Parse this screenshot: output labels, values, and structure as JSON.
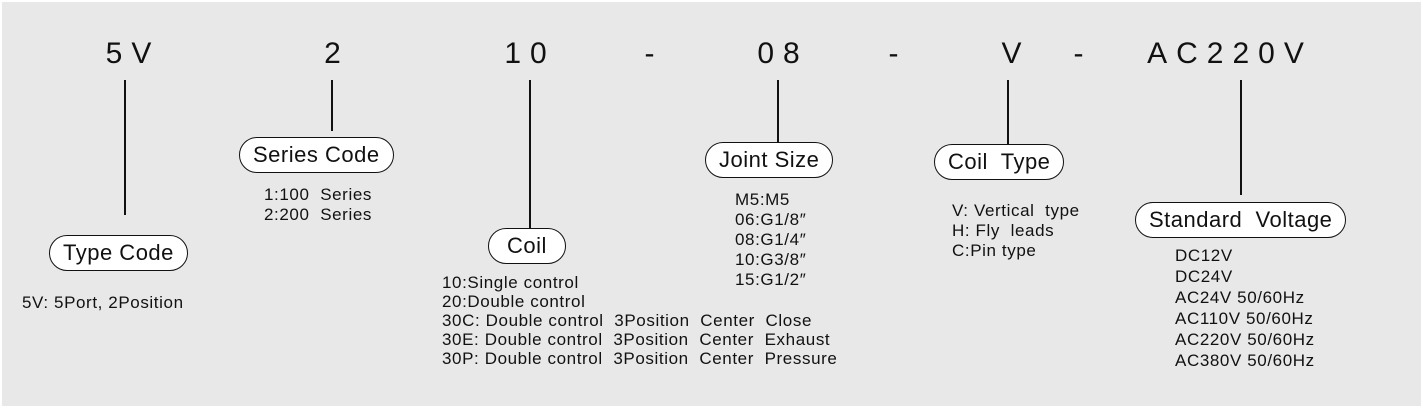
{
  "code_parts": [
    "5V",
    "2",
    "10",
    "-",
    "08",
    "-",
    "V",
    "-",
    "AC220V"
  ],
  "type_code": {
    "label": "Type Code",
    "options": [
      "5V: 5Port, 2Position"
    ]
  },
  "series_code": {
    "label": "Series Code",
    "options": [
      "1:100  Series",
      "2:200  Series"
    ]
  },
  "coil": {
    "label": "Coil",
    "options": [
      "10:Single control",
      "20:Double control",
      "30C: Double control  3Position  Center  Close",
      "30E: Double control  3Position  Center  Exhaust",
      "30P: Double control  3Position  Center  Pressure"
    ]
  },
  "joint_size": {
    "label": "Joint Size",
    "options": [
      "M5:M5",
      "06:G1/8″",
      "08:G1/4″",
      "10:G3/8″",
      "15:G1/2″"
    ]
  },
  "coil_type": {
    "label": "Coil  Type",
    "options": [
      "V: Vertical  type",
      "H: Fly  leads",
      "C:Pin type"
    ]
  },
  "standard_voltage": {
    "label": "Standard  Voltage",
    "options": [
      "DC12V",
      "DC24V",
      "AC24V 50/60Hz",
      "AC110V 50/60Hz",
      "AC220V 50/60Hz",
      "AC380V 50/60Hz"
    ]
  }
}
